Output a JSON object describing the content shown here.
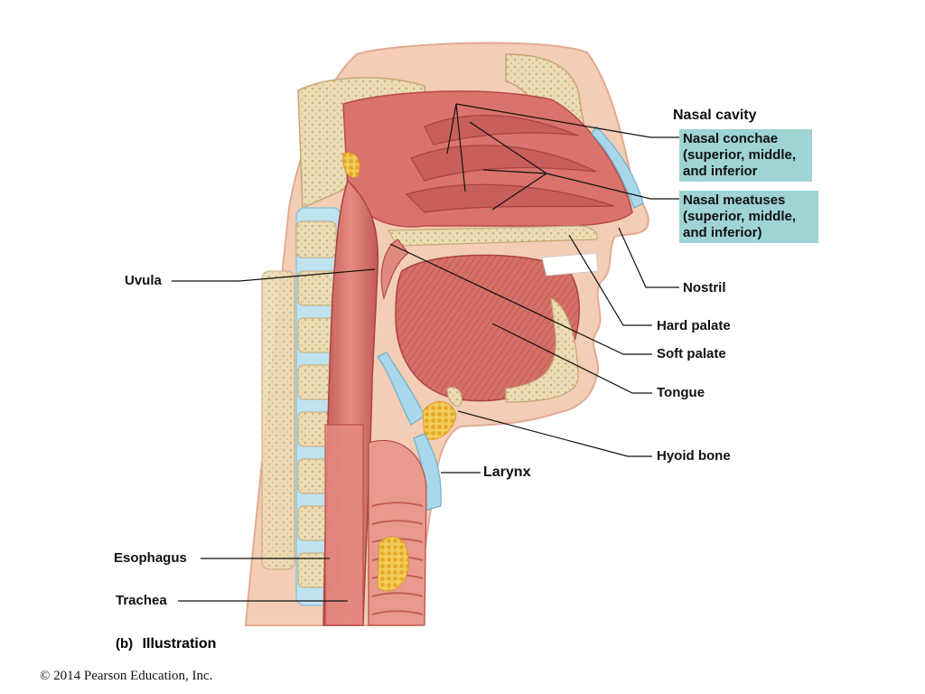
{
  "diagram": {
    "labels": {
      "nasal_cavity": "Nasal cavity",
      "nasal_conchae": [
        "Nasal conchae",
        "(superior, middle,",
        "and inferior"
      ],
      "nasal_meatuses": [
        "Nasal meatuses",
        "(superior, middle,",
        "and inferior)"
      ],
      "nostril": "Nostril",
      "hard_palate": "Hard palate",
      "soft_palate": "Soft palate",
      "tongue": "Tongue",
      "hyoid_bone": "Hyoid bone",
      "larynx": "Larynx",
      "uvula": "Uvula",
      "esophagus": "Esophagus",
      "trachea": "Trachea"
    },
    "caption": {
      "tag": "(b)",
      "text": "Illustration"
    },
    "copyright": "© 2014 Pearson Education, Inc."
  },
  "colors": {
    "tissue": "#d9736b",
    "tissue_dark": "#b84a48",
    "bone": "#ecdcb4",
    "cartilage": "#a9d8ea",
    "fat": "#f0c24a",
    "skin": "#f3cdb6",
    "label_box": "#9fd3d4"
  }
}
